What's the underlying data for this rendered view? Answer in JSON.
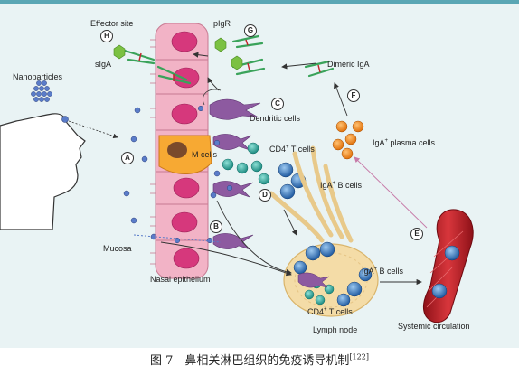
{
  "labels": {
    "effector_site": "Effector site",
    "pigr": "pIgR",
    "siga": "sIgA",
    "dimeric_iga": "Dimeric IgA",
    "nanoparticles": "Nanoparticles",
    "dendritic_cells": "Dendritic cells",
    "m_cells": "M cells",
    "cd4_t_cells": "CD4",
    "cd4_t_cells_suffix": " T cells",
    "iga_b_cells": "IgA",
    "iga_b_cells_suffix": " B cells",
    "iga_plasma_cells": "IgA",
    "iga_plasma_cells_suffix": " plasma cells",
    "mucosa": "Mucosa",
    "nasal_epithelium": "Nasal epithelium",
    "iga_b_cells_node": "IgA",
    "iga_b_cells_node_suffix": " B cells",
    "cd4_t_cells_node": "CD4",
    "cd4_t_cells_node_suffix": " T cells",
    "lymph_node": "Lymph node",
    "systemic_circulation": "Systemic circulation",
    "plus": "+"
  },
  "steps": {
    "a": "A",
    "b": "B",
    "c": "C",
    "d": "D",
    "e": "E",
    "f": "F",
    "g": "G",
    "h": "H"
  },
  "caption": {
    "text": "图 7　鼻相关淋巴组织的免疫诱导机制",
    "ref": "[122]"
  },
  "colors": {
    "epithelium": "#f2b3c6",
    "nucleus": "#d6387c",
    "m_cell": "#f7a933",
    "dendritic": "#8d5aa0",
    "t_cell": "#2aa59b",
    "b_cell": "#2e6fb5",
    "plasma": "#f28a1e",
    "lymph_node": "#f4dca7",
    "vessel": "#c0262d",
    "antigen": "#5a7cc9",
    "antibody": "#3aa35a"
  }
}
